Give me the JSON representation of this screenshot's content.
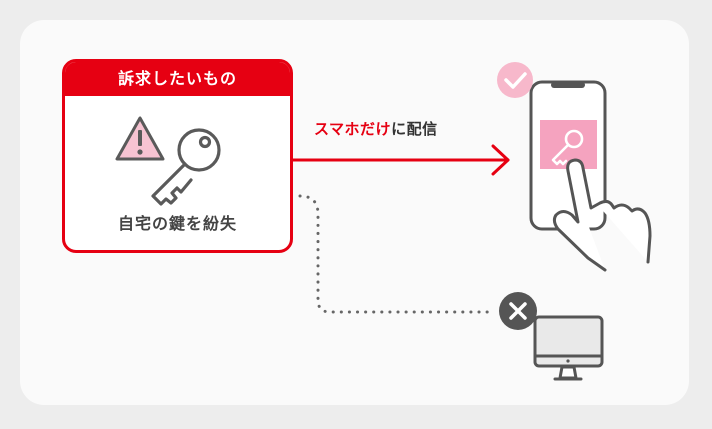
{
  "card": {
    "header": "訴求したいもの",
    "caption": "自宅の鍵を紛失"
  },
  "delivery": {
    "label_emphasis": "スマホだけ",
    "label_rest": "に配信"
  },
  "icons": {
    "warning": "warning-triangle-icon",
    "key": "key-icon",
    "smartphone": "smartphone-icon",
    "hand": "pointing-hand-icon",
    "check": "check-badge-icon",
    "desktop": "desktop-monitor-icon",
    "cross": "cross-badge-icon"
  },
  "colors": {
    "accent_red": "#e60012",
    "pink": "#f5a3bf",
    "check_badge": "#f7b8cb",
    "cross_badge": "#555555",
    "line_gray": "#666666"
  }
}
